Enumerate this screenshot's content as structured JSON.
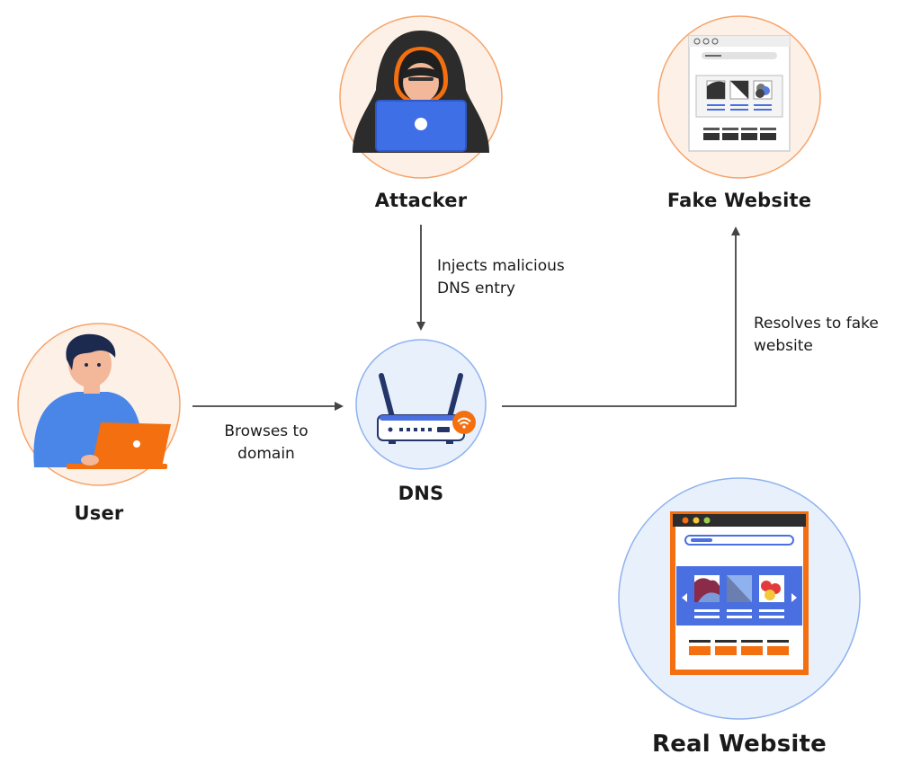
{
  "nodes": {
    "attacker": {
      "label": "Attacker"
    },
    "fake_website": {
      "label": "Fake Website"
    },
    "user": {
      "label": "User"
    },
    "dns": {
      "label": "DNS"
    },
    "real_website": {
      "label": "Real Website"
    }
  },
  "edges": {
    "attacker_to_dns": {
      "line1": "Injects malicious",
      "line2": "DNS entry"
    },
    "user_to_dns": {
      "line1": "Browses to",
      "line2": "domain"
    },
    "dns_to_fake": {
      "line1": "Resolves to fake",
      "line2": "website"
    }
  },
  "colors": {
    "accent_orange": "#f36f10",
    "accent_blue": "#4a6fe0",
    "circle_orange_border": "#f6a36a",
    "circle_blue_border": "#8fb2ef",
    "circle_orange_fill": "#fdf0e6",
    "circle_blue_fill": "#e8f0fb",
    "arrow": "#444444"
  }
}
